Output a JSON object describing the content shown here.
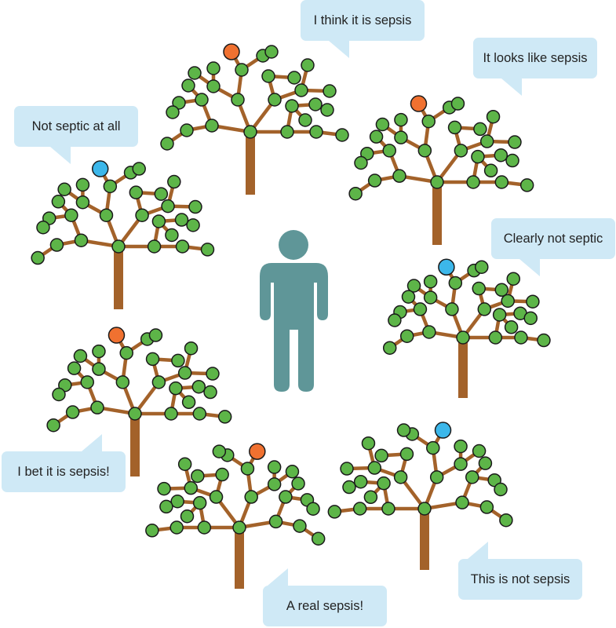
{
  "colors": {
    "leaf": "#5db548",
    "orange": "#f07130",
    "blue": "#3cb7ea",
    "branch": "#a3622a",
    "bubble": "#cfe9f6",
    "person": "#5f9698"
  },
  "trees": [
    {
      "name": "tree-top",
      "accent": "orange",
      "opinion": "I think it is sepsis"
    },
    {
      "name": "tree-top-right",
      "accent": "orange",
      "opinion": "It looks like sepsis"
    },
    {
      "name": "tree-left",
      "accent": "blue",
      "opinion": "Not septic at all"
    },
    {
      "name": "tree-right",
      "accent": "blue",
      "opinion": "Clearly not septic"
    },
    {
      "name": "tree-lower-left",
      "accent": "orange",
      "opinion": "I bet it is sepsis!"
    },
    {
      "name": "tree-bottom",
      "accent": "orange",
      "opinion": "A real sepsis!"
    },
    {
      "name": "tree-bottom-right",
      "accent": "blue",
      "opinion": "This is not sepsis"
    }
  ]
}
